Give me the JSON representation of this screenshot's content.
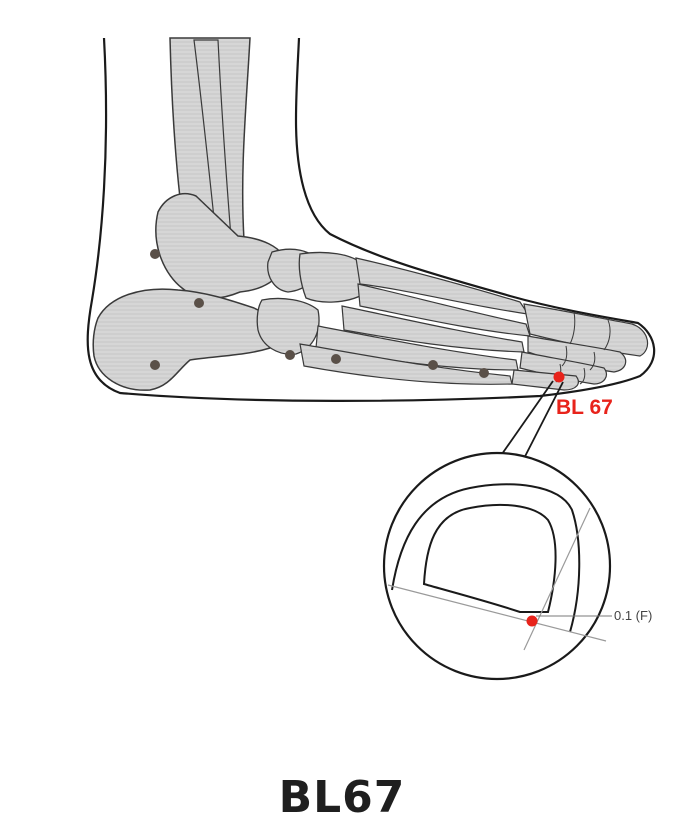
{
  "figure": {
    "point_label": "BL 67",
    "measure_label": "0.1 (F)",
    "caption": "BL67"
  },
  "colors": {
    "outline": "#1a1a1a",
    "bone_fill": "#d3d3d3",
    "bone_stroke": "#3a3a3a",
    "landmark_dot": "#5a5048",
    "acupoint": "#e8231b",
    "guide_line": "#9a9a9a"
  },
  "landmarks": [
    "landmark-dot"
  ]
}
